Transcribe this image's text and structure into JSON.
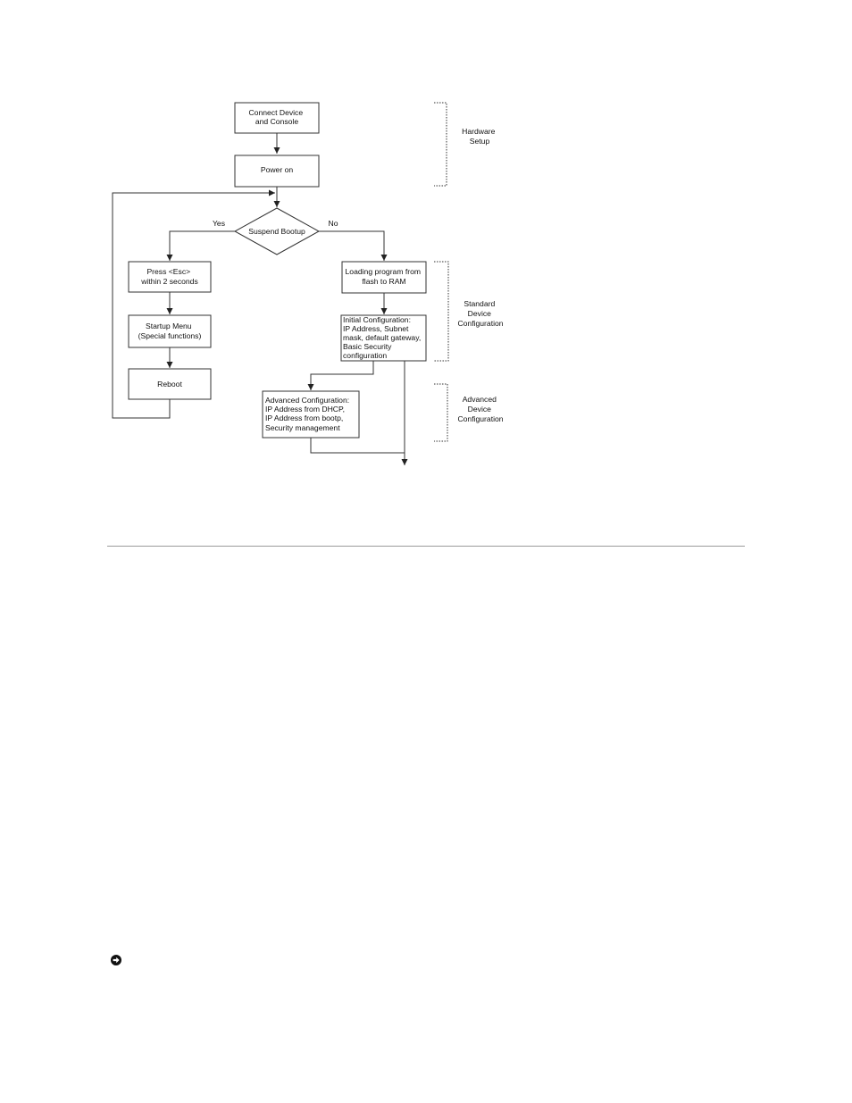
{
  "diagram": {
    "nodes": {
      "connect": [
        "Connect Device",
        "and Console"
      ],
      "power": [
        "Power on"
      ],
      "suspend": [
        "Suspend Bootup"
      ],
      "press_esc": [
        "Press <Esc>",
        "within 2 seconds"
      ],
      "startup_menu": [
        "Startup Menu",
        "(Special functions)"
      ],
      "reboot": [
        "Reboot"
      ],
      "loading": [
        "Loading program from",
        "flash to RAM"
      ],
      "initial_config": [
        "Initial Configuration:",
        "IP Address, Subnet",
        "mask, default gateway,",
        "Basic Security",
        "configuration"
      ],
      "advanced_config": [
        "Advanced Configuration:",
        "IP Address from DHCP,",
        "IP Address from bootp,",
        "Security management"
      ]
    },
    "edge_labels": {
      "yes": "Yes",
      "no": "No"
    },
    "phases": {
      "hardware": [
        "Hardware",
        "Setup"
      ],
      "standard": [
        "Standard",
        "Device",
        "Configuration"
      ],
      "advanced": [
        "Advanced",
        "Device",
        "Configuration"
      ]
    }
  },
  "icons": {
    "notice": "notice-arrow-icon"
  }
}
